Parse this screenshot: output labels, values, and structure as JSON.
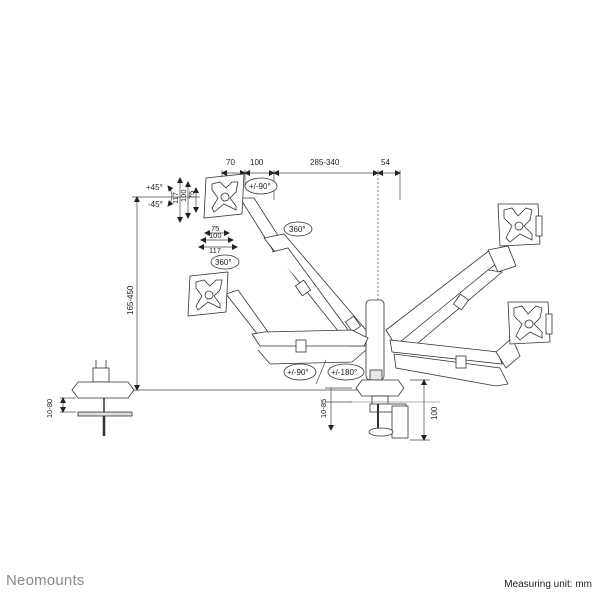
{
  "brand": "Neomounts",
  "footer": {
    "measuring_unit": "Measuring unit: mm"
  },
  "dimensions": {
    "top": [
      "70",
      "100",
      "285-340",
      "54"
    ],
    "left_vertical": [
      "117",
      "100",
      "75"
    ],
    "under_plate": [
      "75",
      "100",
      "117"
    ],
    "height_range": "165-450",
    "desk_clamp": "10-80",
    "grommet": "10-85",
    "base_height": "100"
  },
  "rotations": {
    "tilt_up": "+45°",
    "tilt_down": "-45°",
    "screen_rotation": "+/-90°",
    "swivel_a": "360°",
    "swivel_b": "360°",
    "arm_swivel": "+/-90°",
    "pole_swivel": "+/-180°"
  }
}
